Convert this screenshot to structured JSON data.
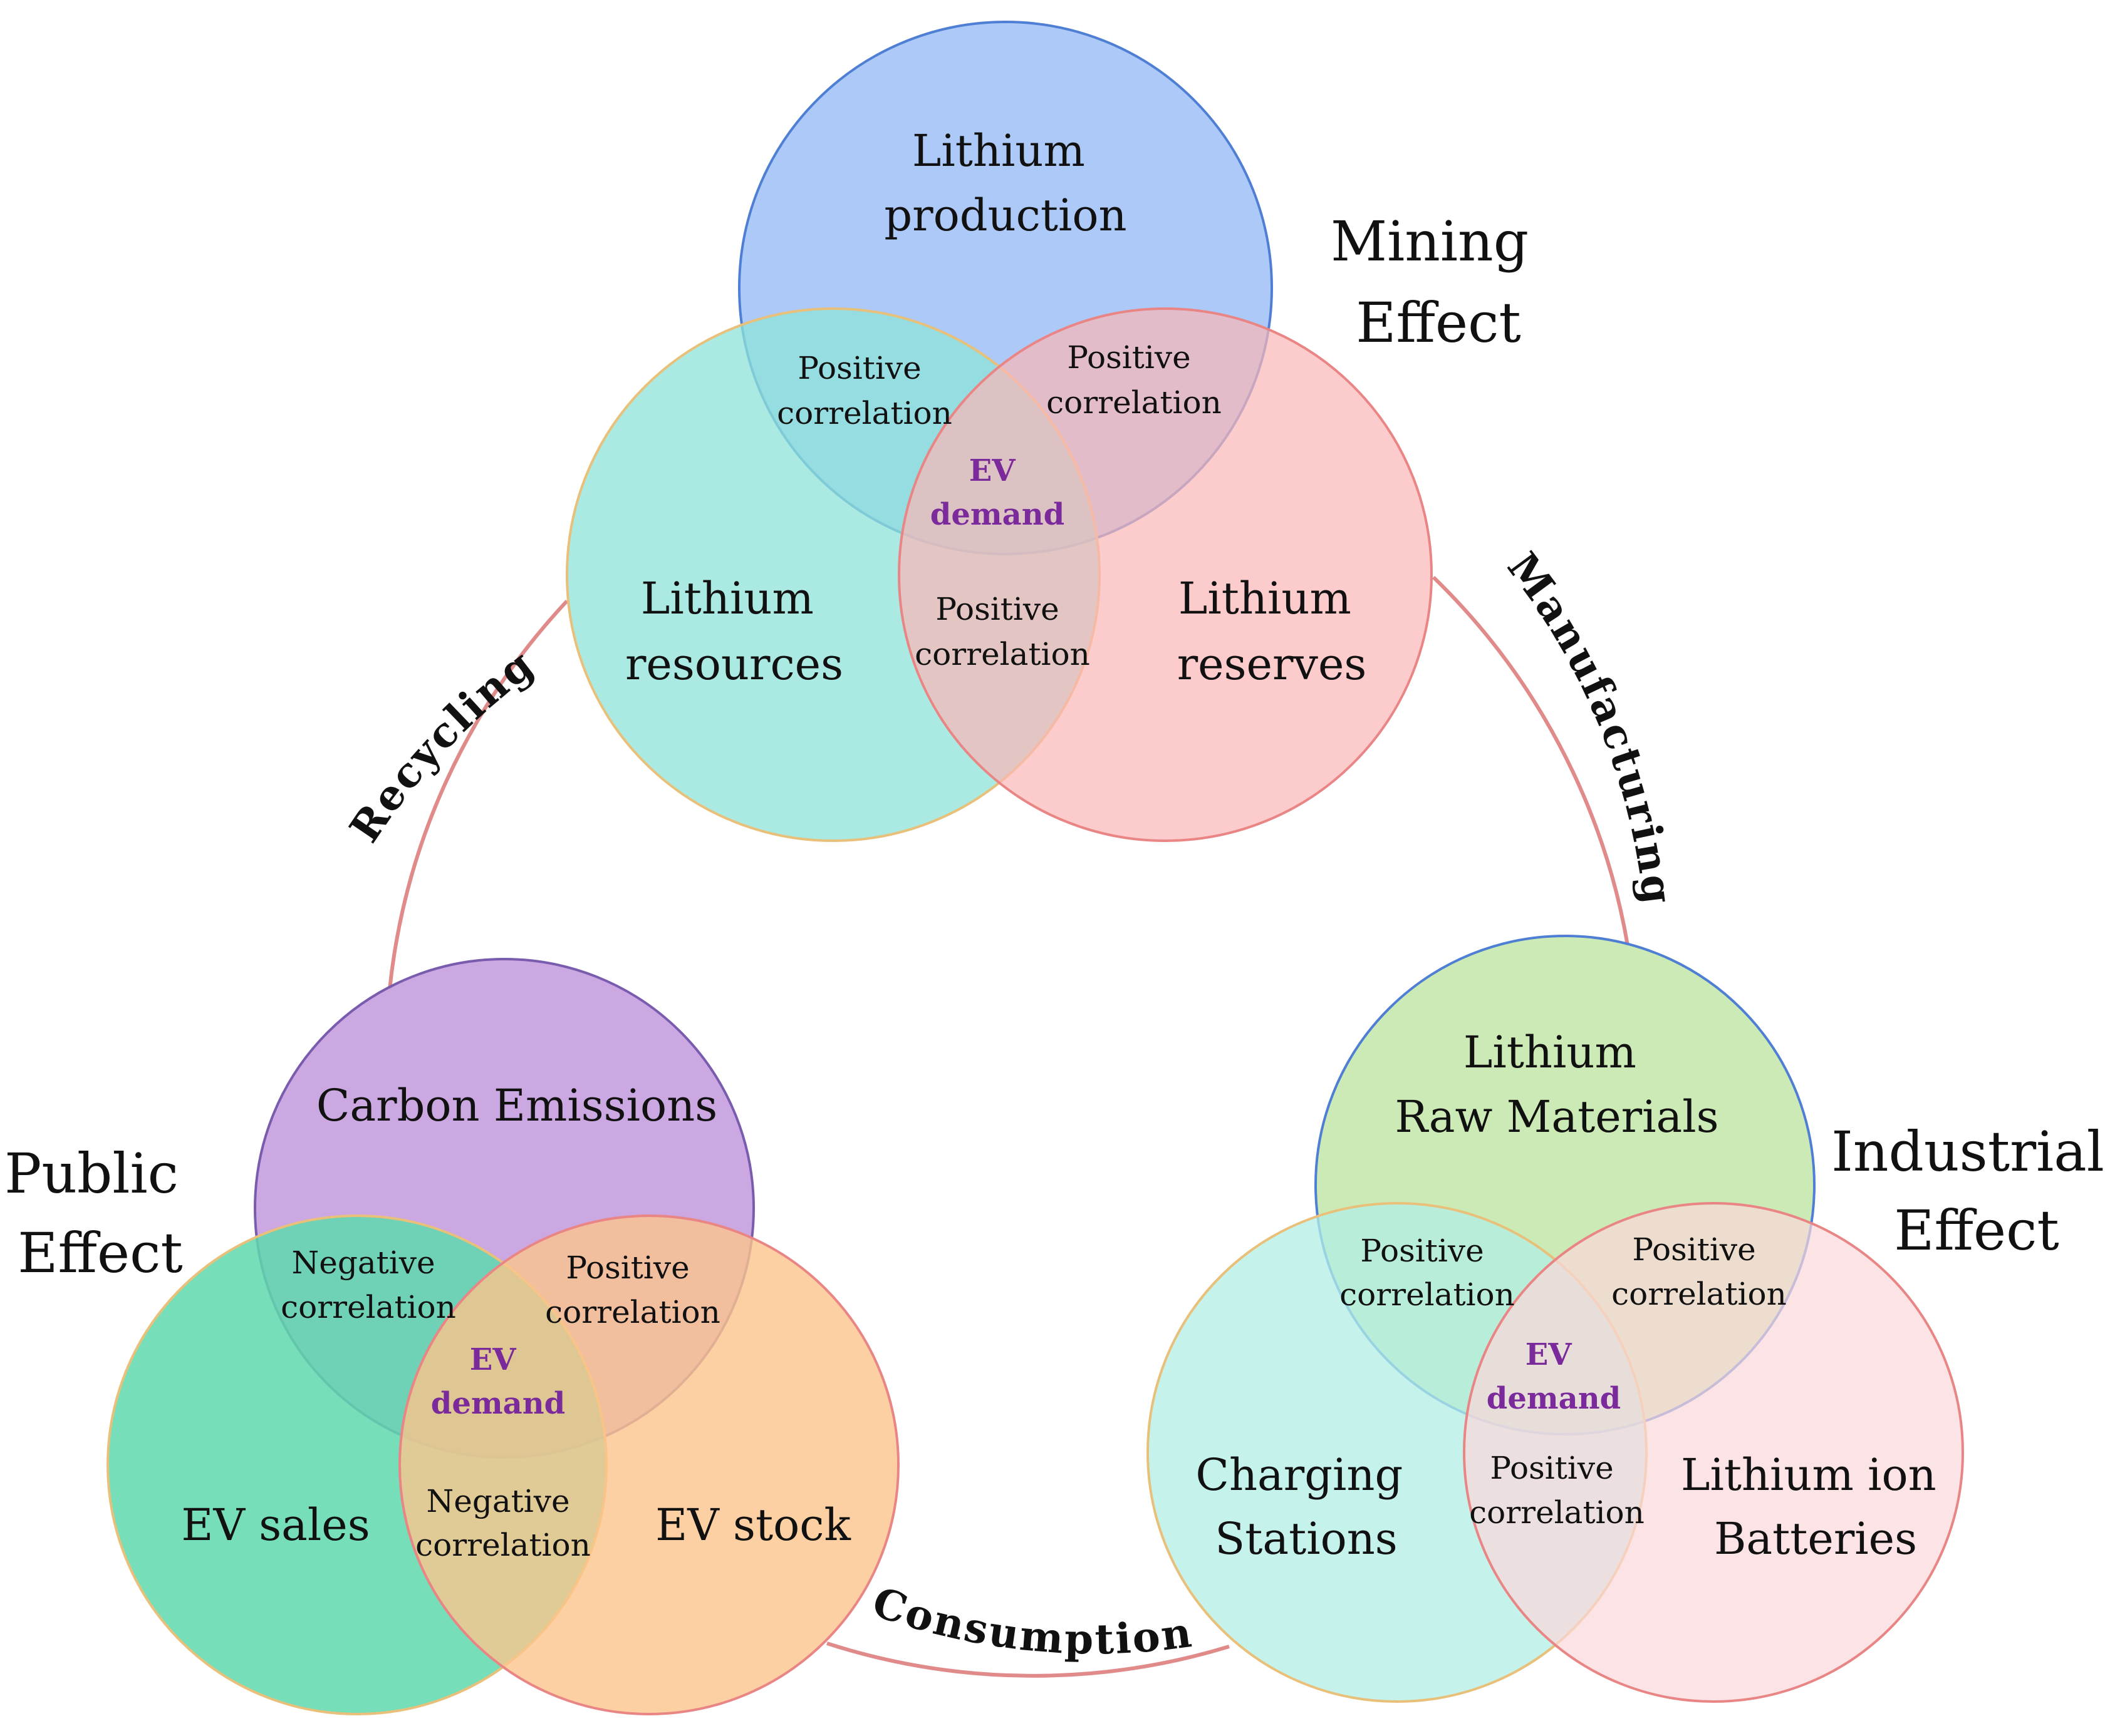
{
  "colors": {
    "connector": "#e08a8a",
    "mining": {
      "top": "#9ebff7",
      "left": "#8ee3d8",
      "right": "#fbb6b6"
    },
    "public": {
      "top": "#c69ee0",
      "left": "#5ed8ad",
      "right": "#fbc48c"
    },
    "industrial": {
      "top": "#c6e8ad",
      "left": "#b2efe6",
      "right": "#fbd7da"
    },
    "ev_text": "#7a2a9a"
  },
  "cycle_labels": {
    "recycling": "Recycling",
    "manufacturing": "Manufacturing",
    "consumption": "Consumption"
  },
  "groups": {
    "mining": {
      "title_line1": "Mining",
      "title_line2": "Effect",
      "top_line1": "Lithium",
      "top_line2": "production",
      "left_line1": "Lithium",
      "left_line2": "resources",
      "right_line1": "Lithium",
      "right_line2": "reserves",
      "tl_line1": "Positive",
      "tl_line2": "correlation",
      "tr_line1": "Positive",
      "tr_line2": "correlation",
      "bot_line1": "Positive",
      "bot_line2": "correlation",
      "center_line1": "EV",
      "center_line2": "demand"
    },
    "public": {
      "title_line1": "Public",
      "title_line2": "Effect",
      "top_line1": "Carbon Emissions",
      "left_line1": "EV sales",
      "right_line1": "EV stock",
      "tl_line1": "Negative",
      "tl_line2": "correlation",
      "tr_line1": "Positive",
      "tr_line2": "correlation",
      "bot_line1": "Negative",
      "bot_line2": "correlation",
      "center_line1": "EV",
      "center_line2": "demand"
    },
    "industrial": {
      "title_line1": "Industrial",
      "title_line2": "Effect",
      "top_line1": "Lithium",
      "top_line2": "Raw Materials",
      "left_line1": "Charging",
      "left_line2": "Stations",
      "right_line1": "Lithium ion",
      "right_line2": "Batteries",
      "tl_line1": "Positive",
      "tl_line2": "correlation",
      "tr_line1": "Positive",
      "tr_line2": "correlation",
      "bot_line1": "Positive",
      "bot_line2": "correlation",
      "center_line1": "EV",
      "center_line2": "demand"
    }
  }
}
